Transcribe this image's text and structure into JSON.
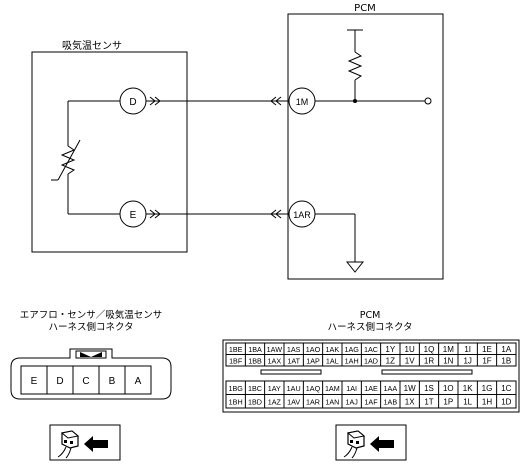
{
  "pcm": {
    "title": "PCM"
  },
  "sensor": {
    "title": "吸気温センサ"
  },
  "terminals": {
    "d": "D",
    "e": "E",
    "m1": "1M",
    "ar1": "1AR"
  },
  "left_connector": {
    "caption_line1": "エアフロ・センサ／吸気温センサ",
    "caption_line2": "ハーネス側コネクタ",
    "pins": [
      "E",
      "D",
      "C",
      "B",
      "A"
    ]
  },
  "pcm_connector": {
    "caption_line1": "PCM",
    "caption_line2": "ハーネス側コネクタ",
    "rows": [
      [
        "1BE",
        "1BA",
        "1AW",
        "1AS",
        "1AO",
        "1AK",
        "1AG",
        "1AC",
        "1Y",
        "1U",
        "1Q",
        "1M",
        "1I",
        "1E",
        "1A"
      ],
      [
        "1BF",
        "1BB",
        "1AX",
        "1AT",
        "1AP",
        "1AL",
        "1AH",
        "1AD",
        "1Z",
        "1V",
        "1R",
        "1N",
        "1J",
        "1F",
        "1B"
      ],
      [
        "1BG",
        "1BC",
        "1AY",
        "1AU",
        "1AQ",
        "1AM",
        "1AI",
        "1AE",
        "1AA",
        "1W",
        "1S",
        "1O",
        "1K",
        "1G",
        "1C"
      ],
      [
        "1BH",
        "1BD",
        "1AZ",
        "1AV",
        "1AR",
        "1AN",
        "1AJ",
        "1AF",
        "1AB",
        "1X",
        "1T",
        "1P",
        "1L",
        "1H",
        "1D"
      ]
    ]
  },
  "icons": {
    "view": "connector-view-icon"
  }
}
